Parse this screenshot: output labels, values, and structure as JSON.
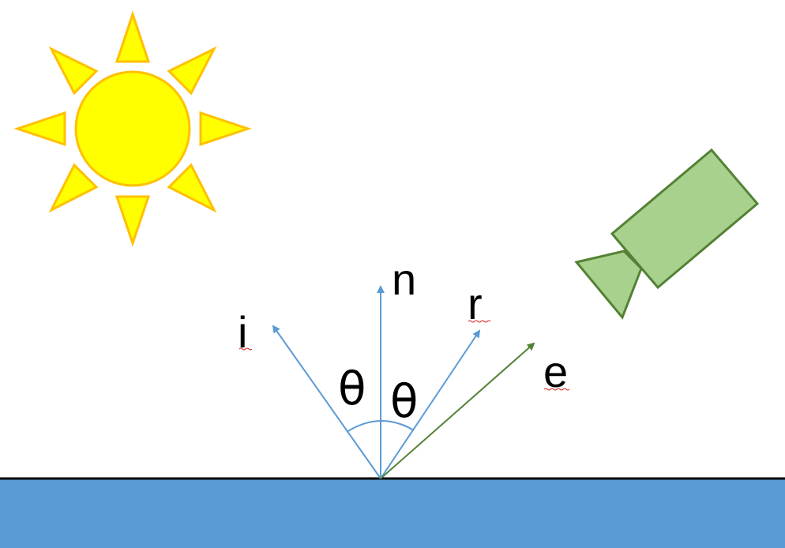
{
  "labels": {
    "incident": "i",
    "normal": "n",
    "reflected": "r",
    "eye": "e",
    "angle_left": "θ",
    "angle_right": "θ"
  },
  "colors": {
    "sun_fill": "#FFFF00",
    "sun_stroke": "#FFC000",
    "camera_fill": "#A9D18E",
    "camera_stroke": "#548235",
    "surface_fill": "#5B9BD5",
    "surface_line": "#000000",
    "ray_blue": "#5B9BD5",
    "ray_green": "#548235"
  },
  "icons": {
    "light_source": "sun-icon",
    "viewer": "camera-icon"
  }
}
